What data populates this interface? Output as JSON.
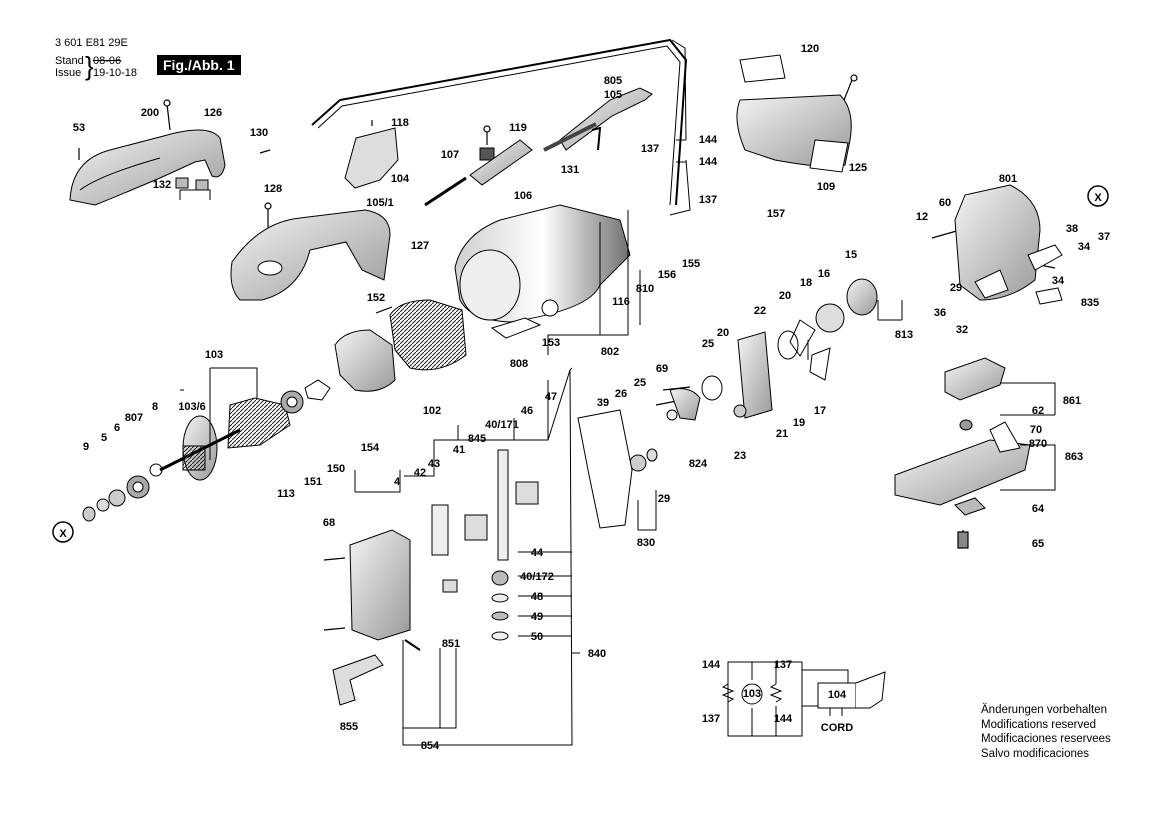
{
  "header": {
    "doc_number": "3 601 E81 29E",
    "stand_label": "Stand",
    "stand_date": "08-06",
    "issue_label": "Issue",
    "issue_date": "19-10-18",
    "fig_label": "Fig./Abb. 1"
  },
  "notes": [
    "Änderungen vorbehalten",
    "Modifications reserved",
    "Modificaciones reservees",
    "Salvo modificaciones"
  ],
  "connector_symbol": "X",
  "wiring": {
    "component": "104",
    "motor": "103",
    "cord_label": "CORD",
    "left_top": "144",
    "left_bottom": "137",
    "right_top": "137",
    "right_bottom": "144"
  },
  "part_labels": [
    "53",
    "200",
    "126",
    "130",
    "132",
    "128",
    "127",
    "118",
    "119",
    "107",
    "104",
    "105/1",
    "805",
    "105",
    "131",
    "137",
    "144",
    "106",
    "120",
    "125",
    "109",
    "157",
    "801",
    "60",
    "12",
    "38",
    "34",
    "37",
    "15",
    "16",
    "18",
    "20",
    "22",
    "29",
    "36",
    "32",
    "835",
    "813",
    "152",
    "102",
    "153",
    "808",
    "802",
    "116",
    "810",
    "156",
    "155",
    "154",
    "103",
    "103/6",
    "807",
    "8",
    "9",
    "5",
    "6",
    "113",
    "151",
    "150",
    "68",
    "42",
    "4",
    "43",
    "41",
    "845",
    "40/171",
    "46",
    "47",
    "44",
    "40/172",
    "48",
    "49",
    "50",
    "840",
    "851",
    "855",
    "854",
    "39",
    "26",
    "25",
    "69",
    "824",
    "830",
    "23",
    "21",
    "19",
    "17",
    "861",
    "62",
    "70",
    "870",
    "863",
    "64",
    "65"
  ]
}
